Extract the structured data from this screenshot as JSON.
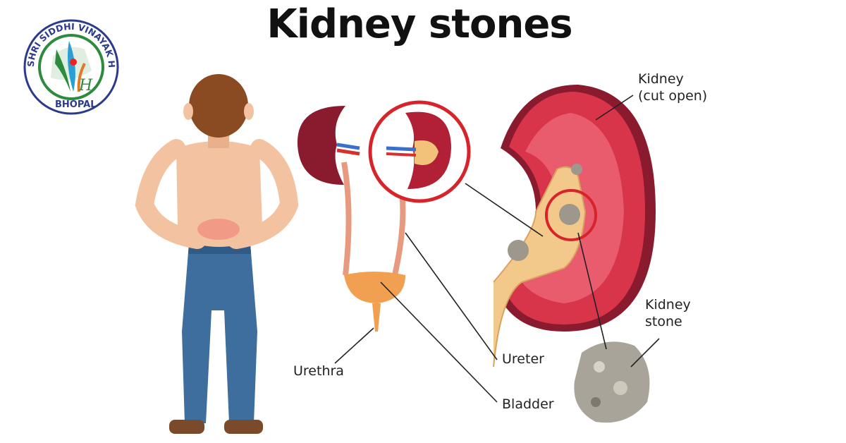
{
  "title": "Kidney stones",
  "logo": {
    "text_top": "SHRI SIDDHI VINAYAK HOSPITAL",
    "text_bottom": "BHOPAL"
  },
  "labels": {
    "kidney": "Kidney",
    "kidney_sub": "(cut open)",
    "stone_1": "Kidney",
    "stone_2": "stone",
    "ureter": "Ureter",
    "urethra": "Urethra",
    "bladder": "Bladder"
  },
  "colors": {
    "highlight_circle": "#d8232a",
    "kidney_red": "#c8283a",
    "stone": "#a9a49a"
  }
}
